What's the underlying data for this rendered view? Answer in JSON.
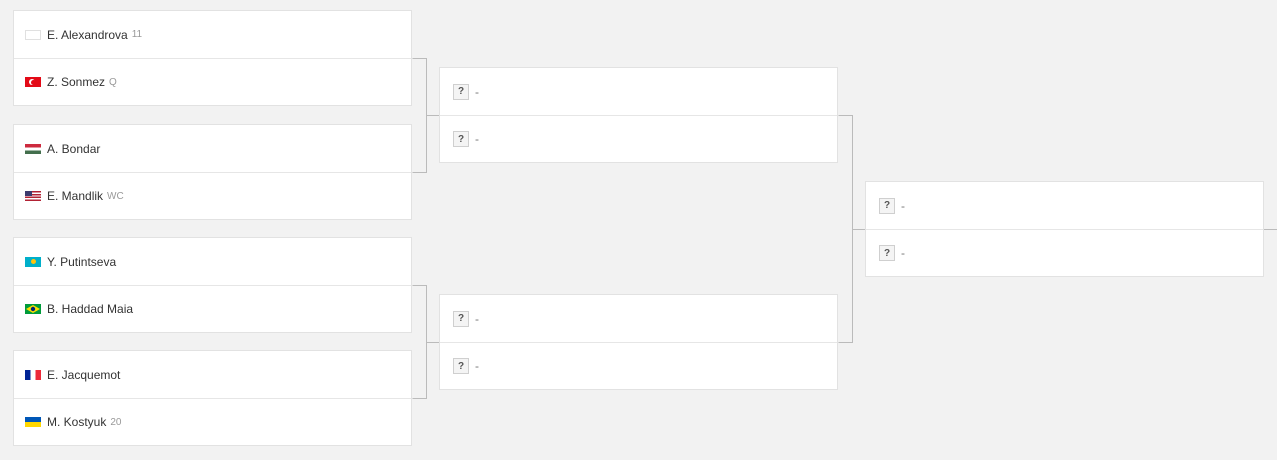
{
  "round1": [
    {
      "players": [
        {
          "name": "E. Alexandrova",
          "seed": "11",
          "flag": "blank-flag"
        },
        {
          "name": "Z. Sonmez",
          "seed": "Q",
          "flag": "turkey-flag"
        }
      ]
    },
    {
      "players": [
        {
          "name": "A. Bondar",
          "seed": "",
          "flag": "hungary-flag"
        },
        {
          "name": "E. Mandlik",
          "seed": "WC",
          "flag": "usa-flag"
        }
      ]
    },
    {
      "players": [
        {
          "name": "Y. Putintseva",
          "seed": "",
          "flag": "kazakhstan-flag"
        },
        {
          "name": "B. Haddad Maia",
          "seed": "",
          "flag": "brazil-flag"
        }
      ]
    },
    {
      "players": [
        {
          "name": "E. Jacquemot",
          "seed": "",
          "flag": "france-flag"
        },
        {
          "name": "M. Kostyuk",
          "seed": "20",
          "flag": "ukraine-flag"
        }
      ]
    }
  ],
  "tbd": {
    "mark": "?",
    "name": "-"
  },
  "colors": {
    "background": "#f2f2f2",
    "card": "#ffffff",
    "connector": "#bbbbbb"
  }
}
